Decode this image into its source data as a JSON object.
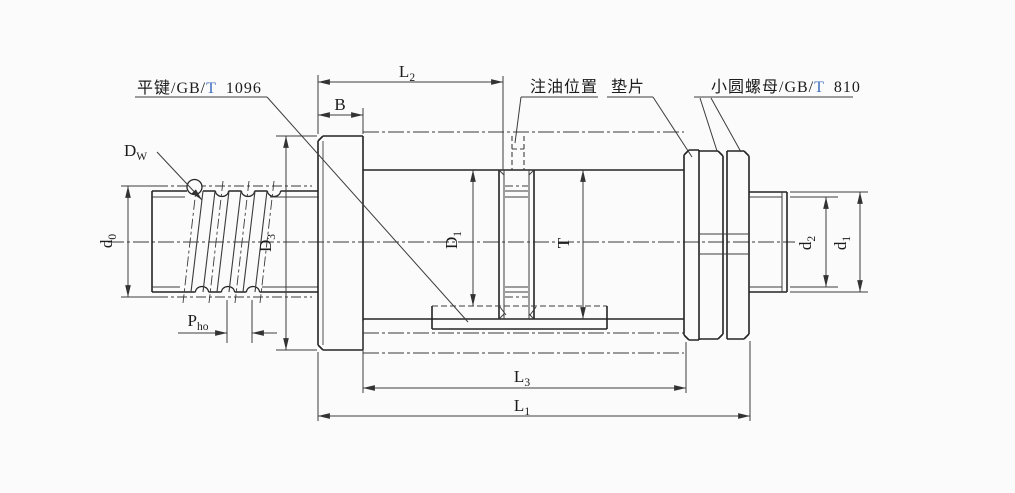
{
  "callouts": {
    "flat_key": {
      "prefix": "平键/GB/",
      "t": "T",
      "suffix": "1096"
    },
    "oil_position": "注油位置",
    "gasket": "垫片",
    "round_nut": {
      "prefix": "小圆螺母/GB/",
      "t": "T",
      "suffix": "810"
    }
  },
  "dimensions": {
    "L2": {
      "base": "L",
      "sub": "2"
    },
    "B": {
      "base": "B",
      "sub": ""
    },
    "D3": {
      "base": "D",
      "sub": "3"
    },
    "d0": {
      "base": "d",
      "sub": "0"
    },
    "Pho": {
      "base": "P",
      "sub": "ho"
    },
    "D1": {
      "base": "D",
      "sub": "1"
    },
    "T": {
      "base": "T",
      "sub": ""
    },
    "L3": {
      "base": "L",
      "sub": "3"
    },
    "L1": {
      "base": "L",
      "sub": "1"
    },
    "d2": {
      "base": "d",
      "sub": "2"
    },
    "d1": {
      "base": "d",
      "sub": "1"
    },
    "DW": {
      "base": "D",
      "sub": "W"
    }
  },
  "colors": {
    "outline": "#242424",
    "thin": "#3c3c3c",
    "text": "#1c1c1c",
    "t_highlight": "#3f6fbe",
    "background": "#fbfbfb"
  }
}
